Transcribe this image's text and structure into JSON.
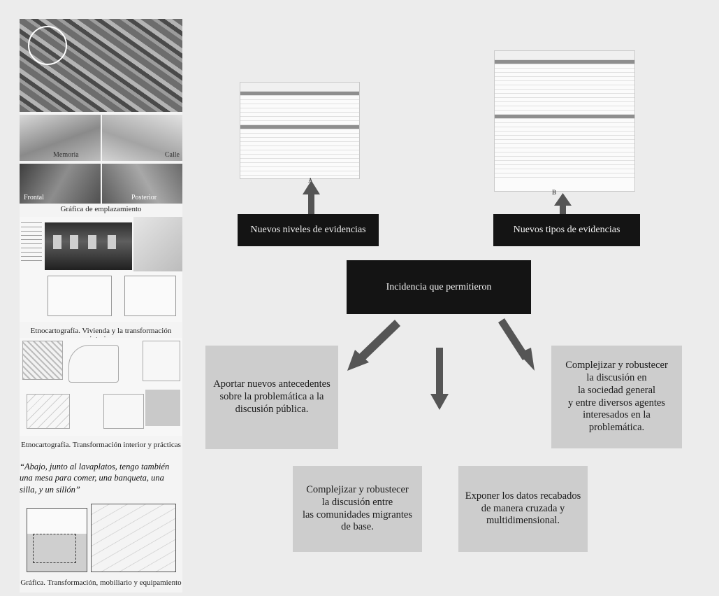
{
  "left_panel": {
    "site_caption": "Gráfica de emplazamiento",
    "view_labels": [
      "Memoria",
      "Calle",
      "Frontal",
      "Posterior"
    ],
    "ethno1_caption": "Etnocartografía. Vivienda y la transformación interior",
    "ethno2_caption": "Etnocartografía. Transformación interior y prácticas",
    "quote": "“Abajo, junto al lavaplatos, tengo también una mesa para comer, una banqueta, una silla, y un sillón”",
    "final_caption": "Gráfica. Transformación, mobiliario y equipamiento"
  },
  "table_a_letter": "A",
  "table_b_letter": "B",
  "boxes": {
    "niveles": "Nuevos niveles de evidencias",
    "tipos": "Nuevos tipos de evidencias",
    "incidencia": "Incidencia que permitieron",
    "aportar": "Aportar nuevos antecedentes\nsobre la problemática a la\ndiscusión pública.",
    "complejizar_general": "Complejizar y robustecer\nla discusión en\nla sociedad general\ny entre diversos agentes\ninteresados en la\nproblemática.",
    "complejizar_migrantes": "Complejizar y robustecer\nla discusión entre\nlas comunidades migrantes\nde base.",
    "exponer": "Exponer los datos recabados\nde manera cruzada y\nmultidimensional."
  },
  "colors": {
    "background": "#ececec",
    "dark_box": "#141414",
    "gray_box": "#cdcdcd",
    "arrow": "#555555"
  }
}
